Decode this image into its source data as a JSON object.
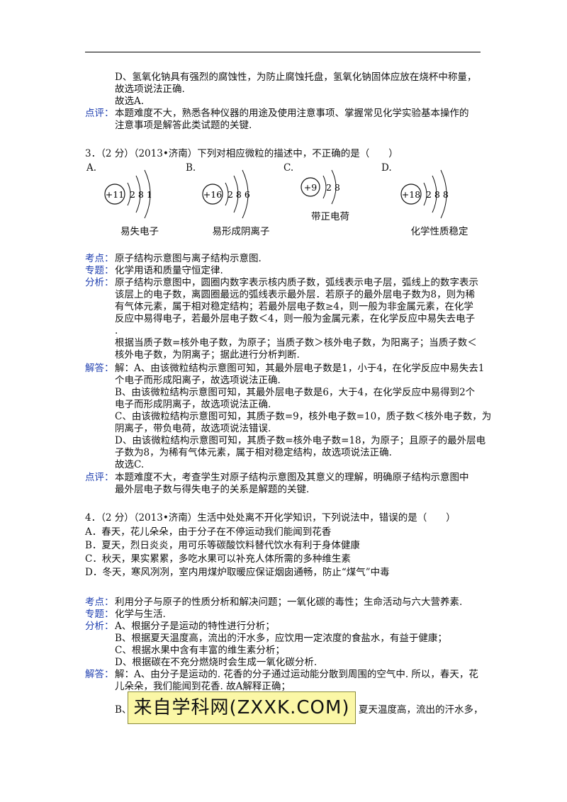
{
  "top_block": {
    "line1": "D、氢氧化钠具有强烈的腐蚀性，为防止腐蚀托盘，氢氧化钠固体应放在烧杯中称量，",
    "line2": "故选项说法正确.",
    "line3": "故选A.",
    "comment_label": "点评：",
    "comment1": "本题难度不大，熟悉各种仪器的用途及使用注意事项、掌握常见化学实验基本操作的",
    "comment2": "注意事项是解答此类试题的关键."
  },
  "q3": {
    "stem": "3．（2 分）（2013•济南）下列对相应微粒的描述中，不正确的是（　　）",
    "options": [
      {
        "letter": "A.",
        "nucleus": "+11",
        "shells": "2 8 1",
        "caption": "易失电子"
      },
      {
        "letter": "B.",
        "nucleus": "+16",
        "shells": "2 8 6",
        "caption": "易形成阴离子"
      },
      {
        "letter": "C.",
        "nucleus": "+9",
        "shells": "2 8",
        "caption": "带正电荷"
      },
      {
        "letter": "D.",
        "nucleus": "+18",
        "shells": "2 8 8",
        "caption": "化学性质稳定"
      }
    ],
    "kaodian_label": "考点：",
    "kaodian": "原子结构示意图与离子结构示意图.",
    "zhuanti_label": "专题：",
    "zhuanti": "化学用语和质量守恒定律.",
    "fenxi_label": "分析：",
    "fenxi": [
      "原子结构示意图中，圆圈内数字表示核内质子数，弧线表示电子层，弧线上的数字表示",
      "该层上的电子数，离圆圈最远的弧线表示最外层．若原子的最外层电子数为8，则为稀",
      "有气体元素，属于相对稳定结构；若最外层电子数≥4，则一般为非金属元素，在化学",
      "反应中易得电子，若最外层电子数＜4，则一般为金属元素，在化学反应中易失去电子",
      ".",
      "根据当质子数=核外电子数，为原子；当质子数＞核外电子数，为阳离子；当质子数＜",
      "核外电子数，为阴离子；据此进行分析判断."
    ],
    "jieda_label": "解答：",
    "jieda": [
      "解：A、由该微粒结构示意图可知，其最外层电子数是1，小于4，在化学反应中易失去1",
      "个电子而形成阳离子，故选项说法正确.",
      "B、由该微粒结构示意图可知，其最外层电子数是6，大于4，在化学反应中易得到2个",
      "电子而形成阴离子，故选项说法正确.",
      "C、由该微粒结构示意图可知，其质子数=9，核外电子数=10，质子数＜核外电子数，为",
      "阴离子，带负电荷，故选项说法错误.",
      "D、由该微粒结构示意图可知，其质子数=核外电子数=18，为原子；且原子的最外层电",
      "子数为8，为稀有气体元素，属于相对稳定结构，故选项说法正确.",
      "故选C."
    ],
    "dianping_label": "点评：",
    "dianping": [
      "本题难度不大，考查学生对原子结构示意图及其意义的理解，明确原子结构示意图中",
      "最外层电子数与得失电子的关系是解题的关键."
    ]
  },
  "q4": {
    "stem": "4．（2 分）（2013•济南）生活中处处离不开化学知识，下列说法中，错误的是（　　）",
    "options": [
      "A．春天，花儿朵朵，由于分子在不停运动我们能闻到花香",
      "B．夏天，烈日炎炎，用可乐等碳酸饮料替代饮水有利于身体健康",
      "C．秋天，果实累累，多吃水果可以补充人体所需的多种维生素",
      "D．冬天，寒风冽冽，室内用煤炉取暖应保证烟囱通畅，防止“煤气”中毒"
    ],
    "kaodian_label": "考点：",
    "kaodian": "利用分子与原子的性质分析和解决问题；一氧化碳的毒性；生命活动与六大营养素.",
    "zhuanti_label": "专题：",
    "zhuanti": "化学与生活.",
    "fenxi_label": "分析：",
    "fenxi": [
      "A、根据分子是运动的特性进行分析；",
      "B、根据夏天温度高，流出的汗水多，应饮用一定浓度的食盐水，有益于健康；",
      "C、根据水果中含有丰富的维生素分析；",
      "D、根据碳在不充分燃烧时会生成一氧化碳分析."
    ],
    "jieda_label": "解答：",
    "jieda": [
      "解：A、由分子是运动的. 花香的分子通过运动能分散到周围的空气中. 所以，春天，花",
      "儿朵朵，我们能闻到花香. 故A解释正确；"
    ],
    "last_prefix": "B、",
    "last_suffix": "夏天温度高，流出的汗水多，"
  },
  "watermark": "来自学科网(ZXXK.COM)"
}
